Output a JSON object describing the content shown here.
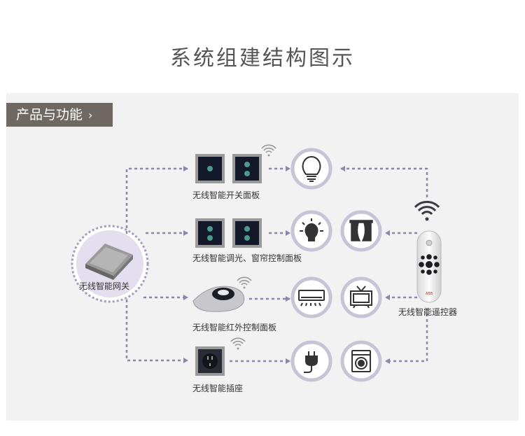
{
  "title": "系统组建结构图示",
  "section_tag": {
    "label": "产品与功能",
    "chevron": "›"
  },
  "devices": {
    "gateway": {
      "label": "无线智能网关"
    },
    "switch_panel": {
      "label": "无线智能开关面板"
    },
    "dimmer_curtain_panel": {
      "label": "无线智能调光、窗帘控制面板"
    },
    "ir_panel": {
      "label": "无线智能红外控制面板"
    },
    "socket": {
      "label": "无线智能插座"
    },
    "remote": {
      "label": "无线智能遥控器",
      "brand": "ABB"
    }
  },
  "appliances": [
    "light-bulb-icon",
    "lamp-icon",
    "curtain-icon",
    "air-conditioner-icon",
    "tv-icon",
    "plug-icon",
    "washing-machine-icon"
  ],
  "colors": {
    "arrow": "#8e86aa",
    "circle_ring": "#c9c3d8",
    "tag_bg": "#6e6860"
  }
}
